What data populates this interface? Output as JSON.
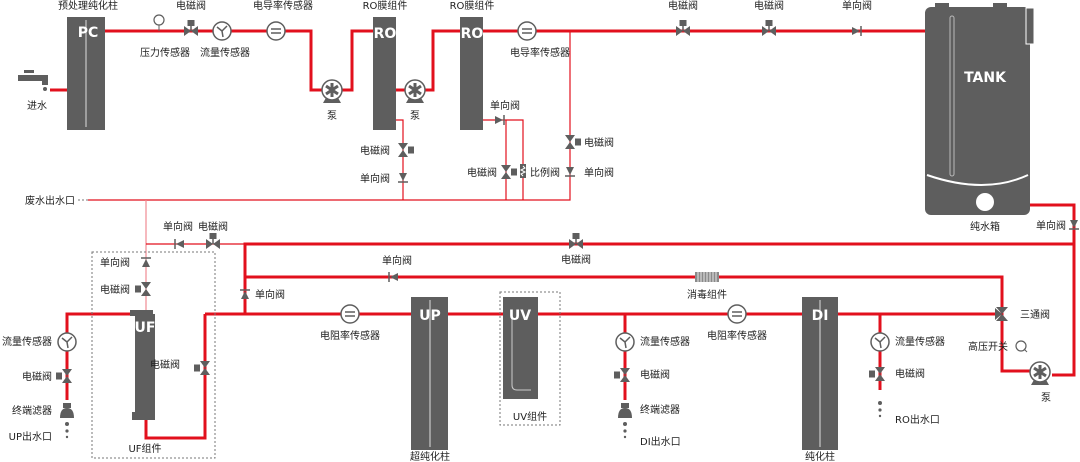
{
  "colors": {
    "pipe": "#e2101d",
    "component": "#5e5e5e"
  },
  "top": {
    "pc_title": "预处理纯化柱",
    "pc": "PC",
    "inlet": "进水",
    "pressure_sensor": "压力传感器",
    "valve1": "电磁阀",
    "flow_sensor": "流量传感器",
    "cond_sensor1": "电导率传感器",
    "pump1": "泵",
    "ro1_title": "RO膜组件",
    "ro1": "RO",
    "pump2": "泵",
    "ro2_title": "RO膜组件",
    "ro2": "RO",
    "cond_sensor2": "电导率传感器",
    "valve2": "电磁阀",
    "valve3": "电磁阀",
    "check1": "单向阀",
    "ro1_valve": "电磁阀",
    "ro1_check": "单向阀",
    "ro2_check": "单向阀",
    "ro2_valve": "电磁阀",
    "ratio_valve": "比例阀",
    "branch_valve": "电磁阀",
    "branch_check": "单向阀",
    "waste_outlet": "废水出水口",
    "tank": "TANK",
    "tank_title": "纯水箱",
    "tank_check": "单向阀"
  },
  "bottom": {
    "uf_check_top": "单向阀",
    "uf_valve_top": "电磁阀",
    "return_check": "单向阀",
    "return_valve": "电磁阀",
    "loop_valve": "电磁阀",
    "loop_check": "单向阀",
    "disinfect": "消毒组件",
    "riser_check": "单向阀",
    "uf": "UF",
    "uf_title": "UF组件",
    "uf_valve": "电磁阀",
    "up_flow": "流量传感器",
    "up_valve": "电磁阀",
    "up_filter": "终端滤器",
    "up_outlet": "UP出水口",
    "res_sensor1": "电阻率传感器",
    "up": "UP",
    "up_title": "超纯化柱",
    "uv": "UV",
    "uv_title": "UV组件",
    "di_flow": "流量传感器",
    "di_valve": "电磁阀",
    "di_filter": "终端滤器",
    "di_outlet": "DI出水口",
    "res_sensor2": "电阻率传感器",
    "di": "DI",
    "di_title": "纯化柱",
    "ro_flow": "流量传感器",
    "ro_valve": "电磁阀",
    "ro_outlet": "RO出水口",
    "three_way": "三通阀",
    "hp_switch": "高压开关",
    "pump3": "泵"
  }
}
